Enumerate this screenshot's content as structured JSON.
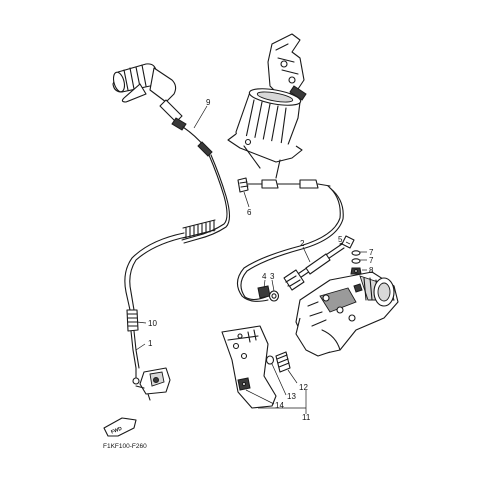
{
  "diagram": {
    "reference_code": "F1KF100-F260",
    "direction_arrow_label": "FWD",
    "callouts": [
      {
        "id": "9",
        "label": "9"
      },
      {
        "id": "6",
        "label": "6"
      },
      {
        "id": "2",
        "label": "2"
      },
      {
        "id": "5",
        "label": "5"
      },
      {
        "id": "7a",
        "label": "7"
      },
      {
        "id": "7b",
        "label": "7"
      },
      {
        "id": "8",
        "label": "8"
      },
      {
        "id": "4",
        "label": "4"
      },
      {
        "id": "3",
        "label": "3"
      },
      {
        "id": "10",
        "label": "10"
      },
      {
        "id": "1",
        "label": "1"
      },
      {
        "id": "12",
        "label": "12"
      },
      {
        "id": "13",
        "label": "13"
      },
      {
        "id": "14",
        "label": "14"
      },
      {
        "id": "11",
        "label": "11"
      }
    ]
  }
}
